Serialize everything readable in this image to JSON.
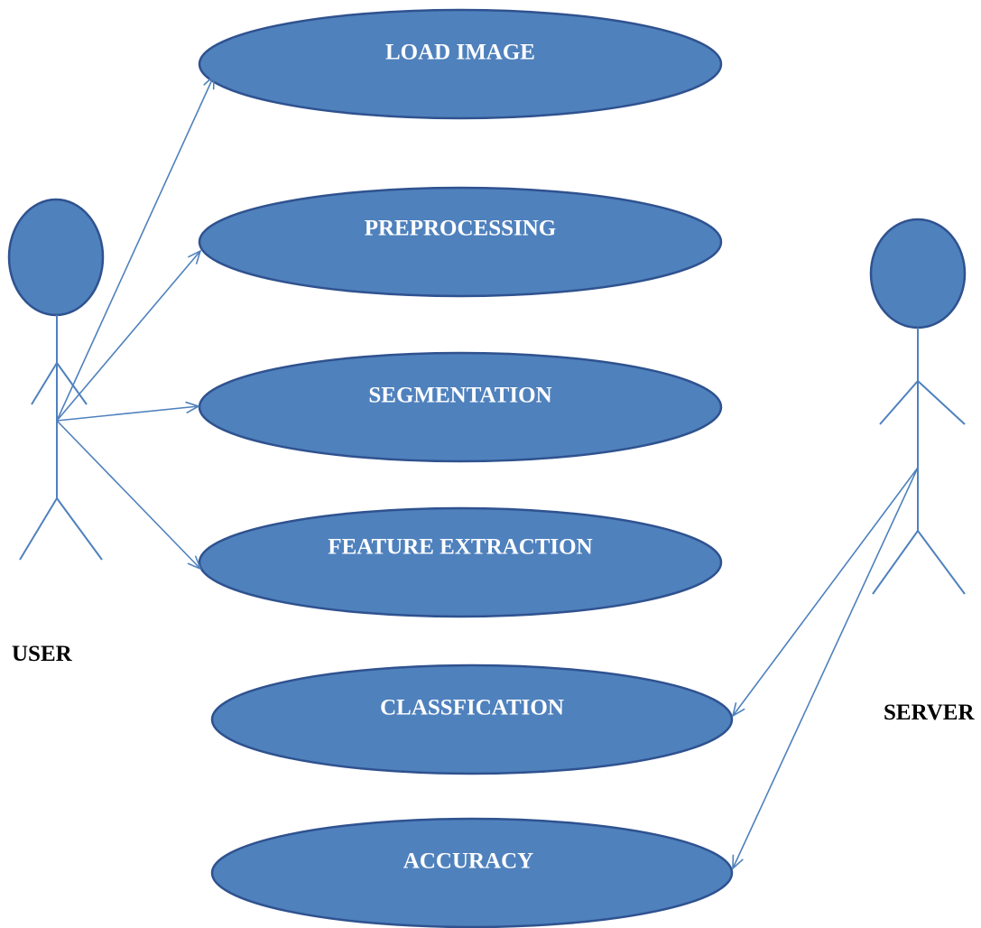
{
  "use_cases": [
    {
      "label": "LOAD IMAGE"
    },
    {
      "label": "PREPROCESSING"
    },
    {
      "label": "SEGMENTATION"
    },
    {
      "label": "FEATURE EXTRACTION"
    },
    {
      "label": "CLASSFICATION"
    },
    {
      "label": "ACCURACY"
    }
  ],
  "actors": {
    "user": {
      "label": "USER"
    },
    "server": {
      "label": "SERVER"
    }
  },
  "colors": {
    "fill": "#4f81bd",
    "stroke": "#2f528f",
    "label": "#ffffff",
    "actor_label": "#000000"
  }
}
